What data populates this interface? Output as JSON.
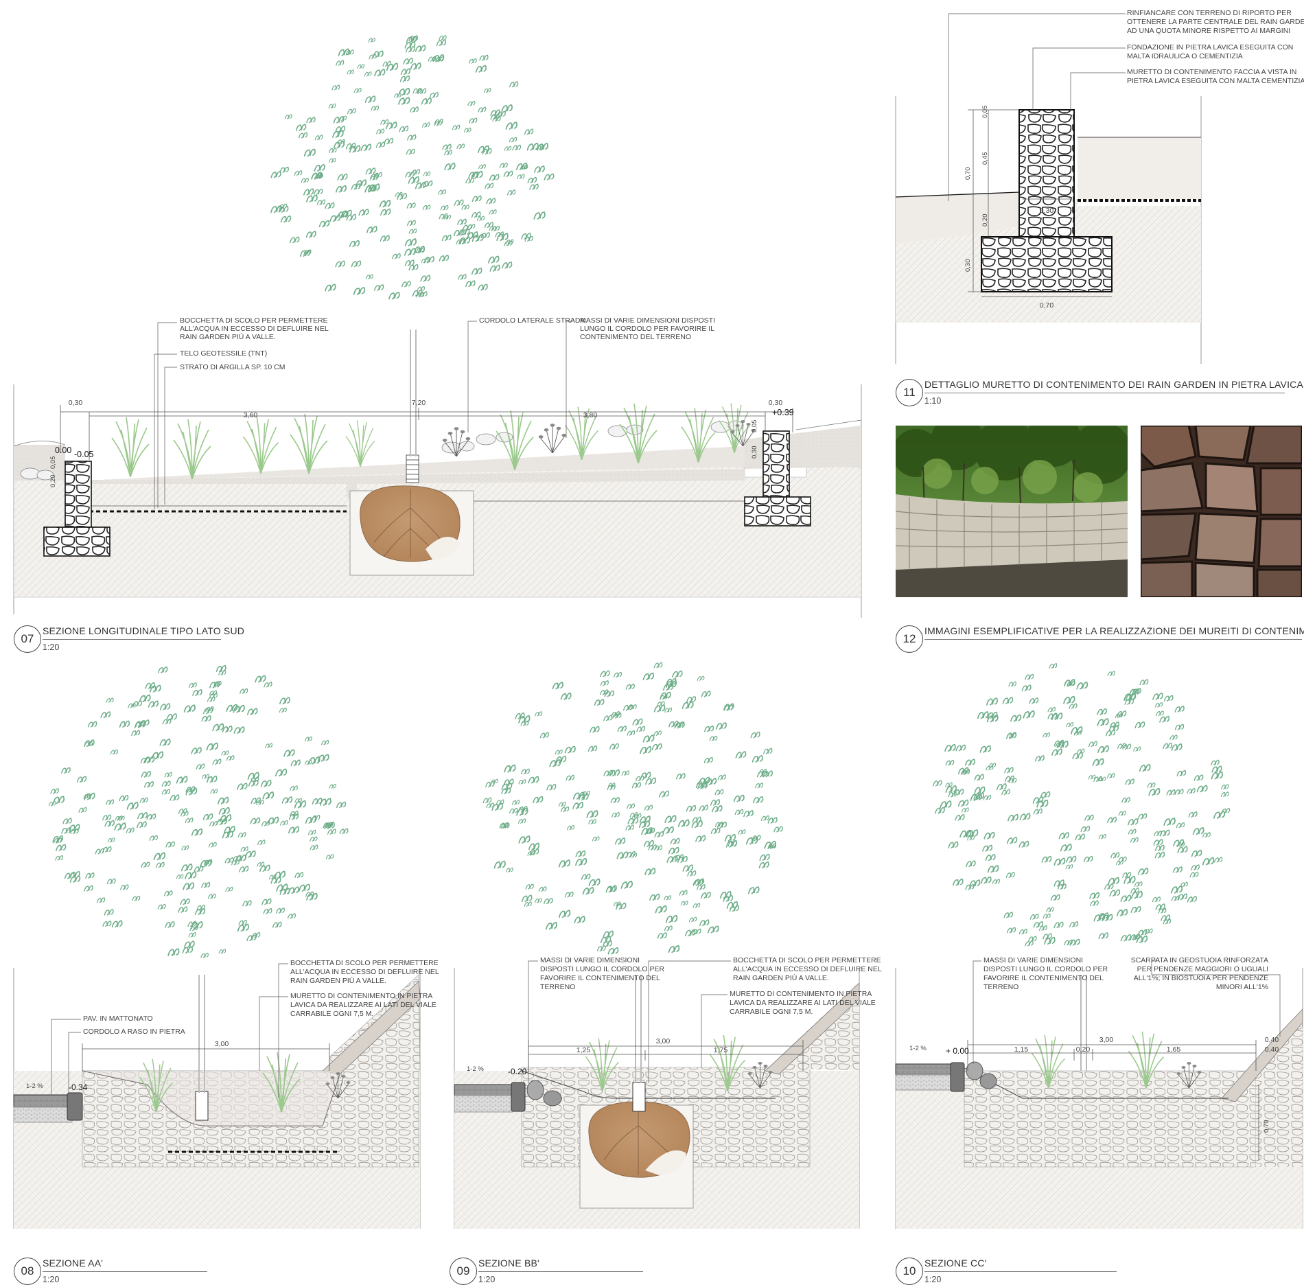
{
  "panels": {
    "p07": {
      "number": "07",
      "title": "SEZIONE LONGITUDINALE TIPO LATO SUD",
      "scale": "1:20",
      "notes": {
        "bocchetta": [
          "BOCCHETTA DI SCOLO PER PERMETTERE",
          "ALL'ACQUA IN ECCESSO DI DEFLUIRE NEL",
          "RAIN GARDEN PIÙ A VALLE."
        ],
        "telo": "TELO GEOTESSILE (TNT)",
        "argilla": "STRATO DI ARGILLA SP. 10 CM",
        "cordolo": "CORDOLO LATERALE STRADA",
        "massi": [
          "MASSI DI VARIE DIMENSIONI DISPOSTI",
          "LUNGO IL CORDOLO PER FAVORIRE IL",
          "CONTENIMENTO DEL TERRENO"
        ]
      },
      "dims": {
        "total": "7,20",
        "left": "3,60",
        "right": "3,80",
        "edge_left": "0,30",
        "edge_right": "0,30",
        "h1": "0,20",
        "h2": "0,05",
        "v1": "0,30",
        "v2": "0,05"
      },
      "levels": {
        "a": "0.00",
        "b": "-0.05",
        "c": "+0.39"
      }
    },
    "p08": {
      "number": "08",
      "title": "SEZIONE AA'",
      "scale": "1:20",
      "notes": {
        "bocchetta": [
          "BOCCHETTA DI SCOLO PER PERMETTERE",
          "ALL'ACQUA IN ECCESSO DI DEFLUIRE NEL",
          "RAIN GARDEN PIÙ A VALLE."
        ],
        "muretto": [
          "MURETTO DI CONTENIMENTO IN PIETRA",
          "LAVICA DA REALIZZARE AI LATI DEL VIALE",
          "CARRABILE OGNI 7,5 M."
        ],
        "pav": "PAV. IN MATTONATO",
        "cordolo": "CORDOLO A RASO IN PIETRA"
      },
      "dims": {
        "width": "3,00",
        "slope": "1-2 %",
        "level": "-0.34"
      }
    },
    "p09": {
      "number": "09",
      "title": "SEZIONE BB'",
      "scale": "1:20",
      "notes": {
        "massi": [
          "MASSI DI VARIE DIMENSIONI",
          "DISPOSTI LUNGO IL CORDOLO PER",
          "FAVORIRE IL CONTENIMENTO DEL",
          "TERRENO"
        ],
        "bocchetta": [
          "BOCCHETTA DI SCOLO PER PERMETTERE",
          "ALL'ACQUA IN ECCESSO DI DEFLUIRE NEL",
          "RAIN GARDEN PIÙ A VALLE."
        ],
        "muretto": [
          "MURETTO DI CONTENIMENTO IN PIETRA",
          "LAVICA DA REALIZZARE AI LATI DEL VIALE",
          "CARRABILE OGNI 7,5 M."
        ]
      },
      "dims": {
        "width": "3,00",
        "left": "1,25",
        "right": "1,75",
        "slope": "1-2 %",
        "level": "-0.20"
      }
    },
    "p10": {
      "number": "10",
      "title": "SEZIONE CC'",
      "scale": "1:20",
      "notes": {
        "massi": [
          "MASSI DI VARIE DIMENSIONI",
          "DISPOSTI LUNGO IL CORDOLO PER",
          "FAVORIRE IL CONTENIMENTO DEL",
          "TERRENO"
        ],
        "scarpata": [
          "SCARPATA IN GEOSTUOIA RINFORZATA",
          "PER PENDENZE MAGGIORI O UGUALI",
          "ALL'1%; IN BIOSTUOIA PER PENDENZE",
          "MINORI ALL'1%"
        ]
      },
      "dims": {
        "width": "3,00",
        "a": "1,15",
        "b": "0,20",
        "c": "1,65",
        "d": "0,40",
        "e": "0,40",
        "v": "0,70",
        "slope": "1-2 %",
        "level": "+ 0.00"
      }
    },
    "p11": {
      "number": "11",
      "title": "DETTAGLIO MURETTO DI CONTENIMENTO DEI RAIN GARDEN IN PIETRA LAVICA",
      "scale": "1:10",
      "notes": {
        "rinfiancare": [
          "RINFIANCARE CON TERRENO DI RIPORTO PER",
          "OTTENERE LA PARTE CENTRALE DEL RAIN GARDEN",
          "AD UNA QUOTA MINORE RISPETTO AI MARGINI"
        ],
        "fondazione": [
          "FONDAZIONE IN PIETRA LAVICA ESEGUITA CON",
          "MALTA IDRAULICA O CEMENTIZIA"
        ],
        "muretto": [
          "MURETTO DI CONTENIMENTO FACCIA A VISTA IN",
          "PIETRA LAVICA ESEGUITA CON MALTA CEMENTIZIA"
        ]
      },
      "dims": {
        "v1": "0,05",
        "v2": "0,45",
        "v3": "0,70",
        "v4": "0,20",
        "v5": "0,30",
        "w1": "0,30",
        "w2": "0,70"
      }
    },
    "p12": {
      "number": "12",
      "title": "IMMAGINI ESEMPLIFICATIVE PER LA REALIZZAZIONE DEI MUREITI DI CONTENIMENTO"
    }
  }
}
